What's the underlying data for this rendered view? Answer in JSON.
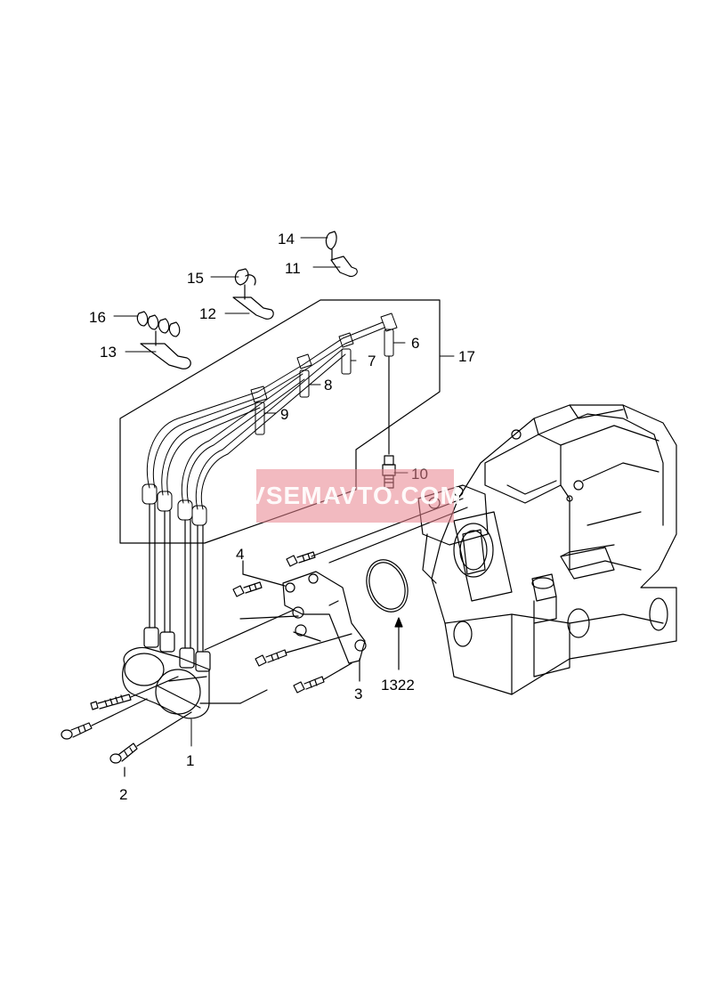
{
  "diagram": {
    "labels": {
      "l1": "1",
      "l2": "2",
      "l3": "3",
      "l4": "4",
      "l6": "6",
      "l7": "7",
      "l8": "8",
      "l9": "9",
      "l10": "10",
      "l11": "11",
      "l12": "12",
      "l13": "13",
      "l14": "14",
      "l15": "15",
      "l16": "16",
      "l17": "17",
      "l1322": "1322"
    },
    "watermark": "VSEMAVTO.COM"
  }
}
